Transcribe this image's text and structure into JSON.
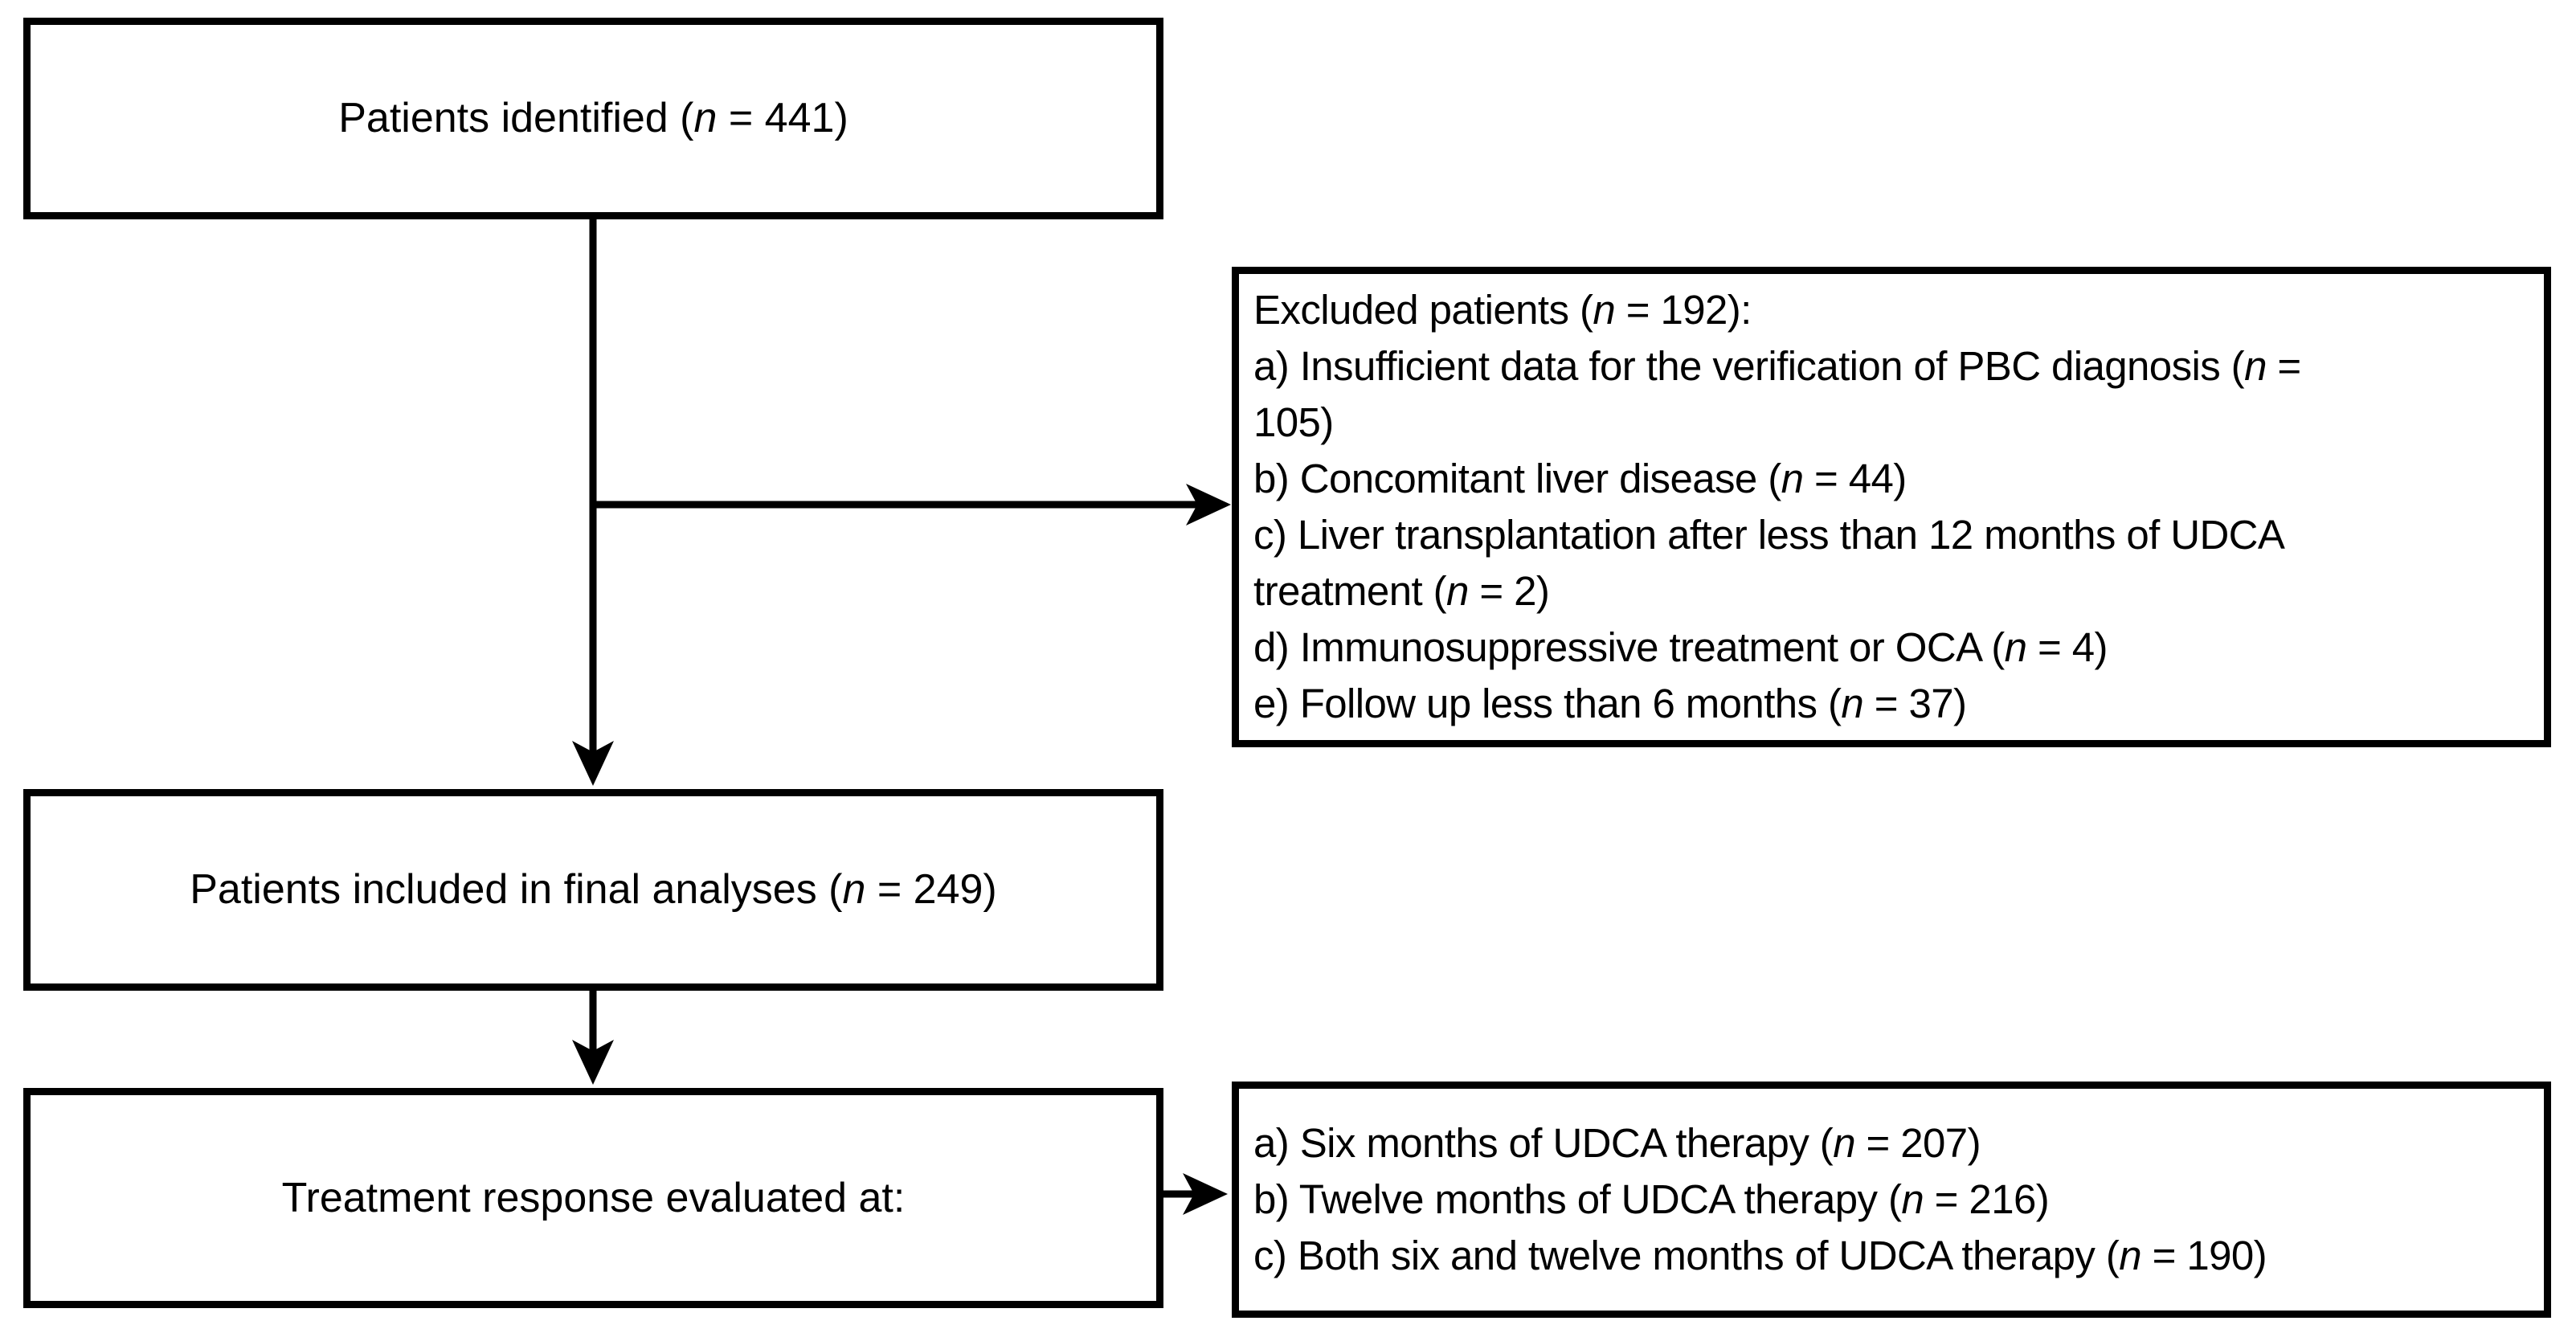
{
  "figure": {
    "type": "patient-flow-diagram",
    "background_color": "#ffffff",
    "line_color": "#000000"
  },
  "nodes": {
    "identified": {
      "label": "Patients identified (n = 441)"
    },
    "excluded": {
      "lines": [
        "Excluded patients (n = 192):",
        "a) Insufficient data for the verification of PBC diagnosis (n =",
        "105)",
        "b) Concomitant liver disease (n = 44)",
        "c) Liver transplantation after less than 12 months of UDCA",
        "treatment (n = 2)",
        "d) Immunosuppressive treatment or OCA (n = 4)",
        "e) Follow up less than 6 months (n = 37)"
      ]
    },
    "included": {
      "label": "Patients included in final analyses (n = 249)"
    },
    "evaluated": {
      "label": "Treatment response evaluated at:"
    },
    "timepoints": {
      "lines": [
        "a) Six months of UDCA therapy (n = 207)",
        "b) Twelve months of UDCA therapy (n = 216)",
        "c) Both six and twelve months of UDCA therapy (n = 190)"
      ]
    }
  },
  "edges": [
    {
      "from": "identified",
      "to": "included",
      "style": "arrow-down"
    },
    {
      "from": "identified",
      "to": "excluded",
      "style": "arrow-right-branch"
    },
    {
      "from": "included",
      "to": "evaluated",
      "style": "arrow-down"
    },
    {
      "from": "evaluated",
      "to": "timepoints",
      "style": "arrow-right"
    }
  ]
}
